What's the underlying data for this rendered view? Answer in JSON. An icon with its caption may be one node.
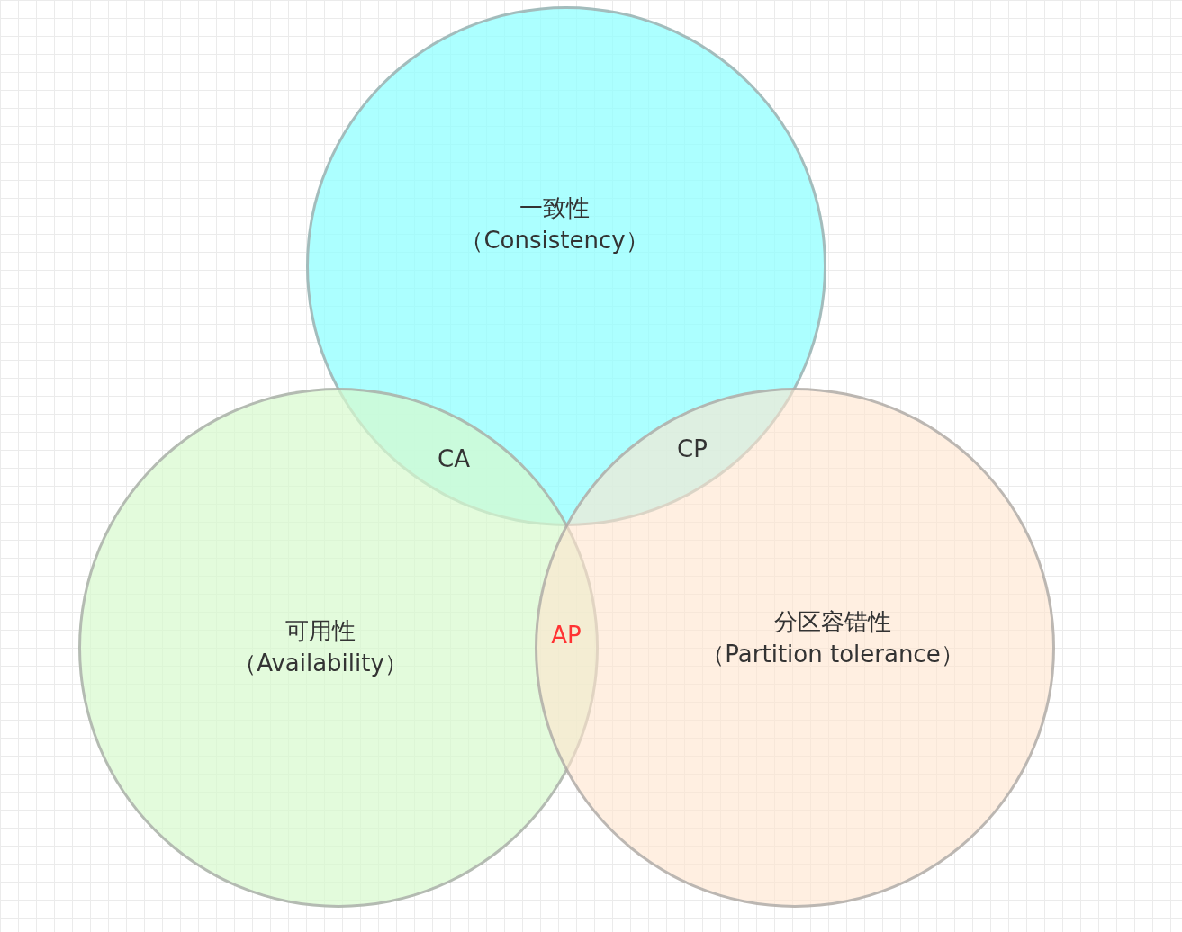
{
  "diagram": {
    "nodes": [
      {
        "text": [
          "一致性",
          "（Consistency）"
        ]
      },
      {
        "text": [
          "可用性",
          "（Availability）"
        ]
      },
      {
        "text": [
          "分区容错性",
          "（Partition tolerance）"
        ]
      }
    ],
    "labels": [
      "CA",
      "CP",
      "AP"
    ]
  }
}
